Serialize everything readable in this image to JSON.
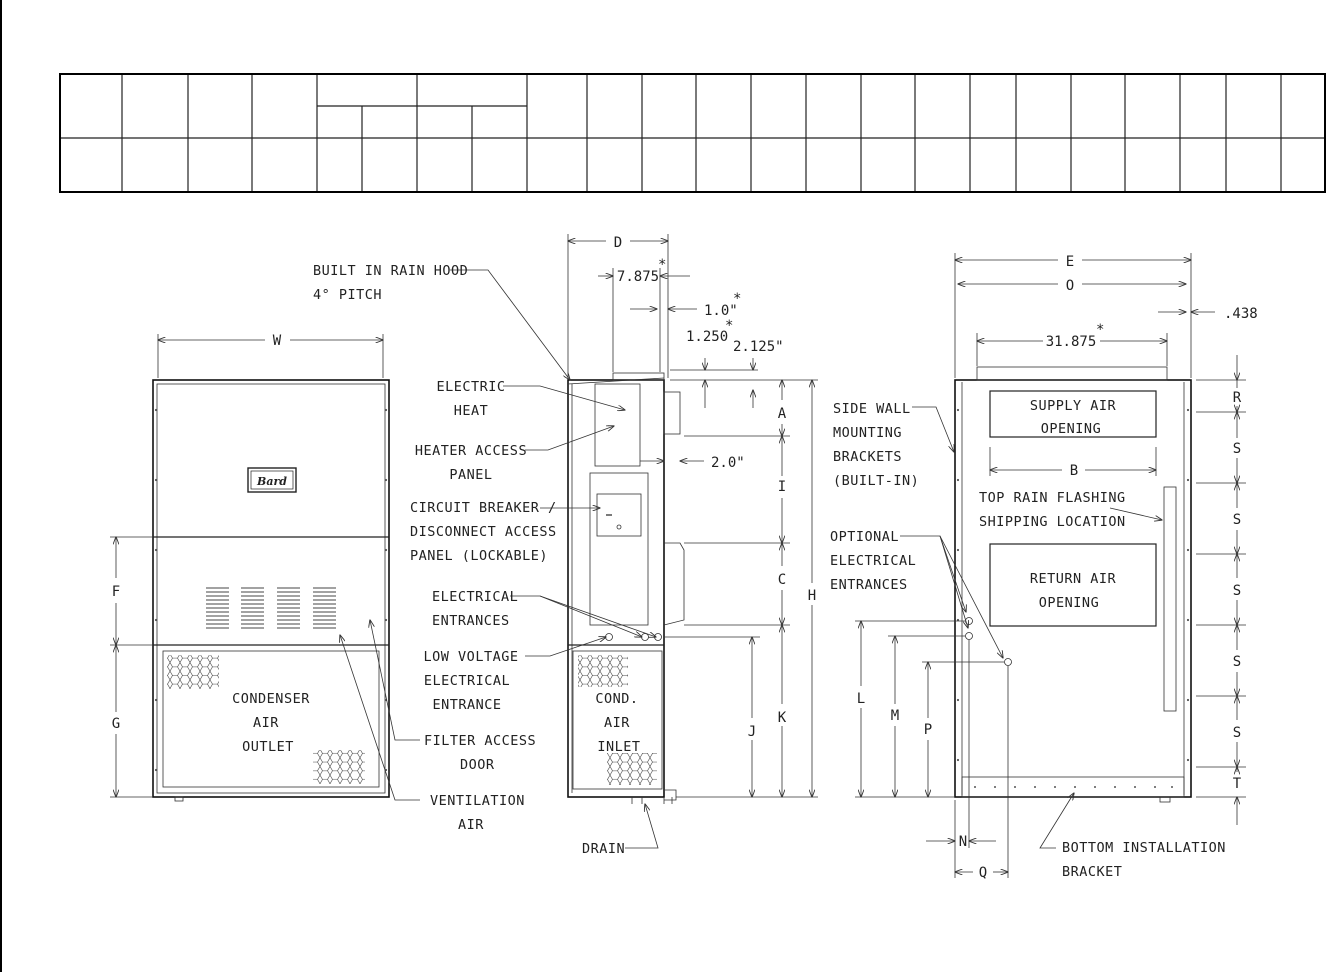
{
  "logo_text": "Bard",
  "labels": {
    "built_in_rain_hood_1": "BUILT IN RAIN HOOD",
    "built_in_rain_hood_2": "4° PITCH",
    "electric_heat_1": "ELECTRIC",
    "electric_heat_2": "HEAT",
    "heater_access_1": "HEATER ACCESS",
    "heater_access_2": "PANEL",
    "circuit_breaker_1": "CIRCUIT BREAKER /",
    "circuit_breaker_2": "DISCONNECT ACCESS",
    "circuit_breaker_3": "PANEL (LOCKABLE)",
    "electrical_entrances_1": "ELECTRICAL",
    "electrical_entrances_2": "ENTRANCES",
    "low_voltage_1": "LOW VOLTAGE",
    "low_voltage_2": "ELECTRICAL",
    "low_voltage_3": "ENTRANCE",
    "filter_access_1": "FILTER ACCESS",
    "filter_access_2": "DOOR",
    "ventilation_1": "VENTILATION",
    "ventilation_2": "AIR",
    "drain": "DRAIN",
    "condenser_1": "CONDENSER",
    "condenser_2": "AIR",
    "condenser_3": "OUTLET",
    "cond_inlet_1": "COND.",
    "cond_inlet_2": "AIR",
    "cond_inlet_3": "INLET",
    "side_wall_1": "SIDE WALL",
    "side_wall_2": "MOUNTING",
    "side_wall_3": "BRACKETS",
    "side_wall_4": "(BUILT-IN)",
    "optional_1": "OPTIONAL",
    "optional_2": "ELECTRICAL",
    "optional_3": "ENTRANCES",
    "supply_1": "SUPPLY AIR",
    "supply_2": "OPENING",
    "return_1": "RETURN AIR",
    "return_2": "OPENING",
    "top_rain_1": "TOP RAIN FLASHING",
    "top_rain_2": "SHIPPING LOCATION",
    "bottom_bracket_1": "BOTTOM INSTALLATION",
    "bottom_bracket_2": "BRACKET"
  },
  "dimensions": {
    "W": "W",
    "D": "D",
    "E": "E",
    "O": "O",
    "F": "F",
    "G": "G",
    "A": "A",
    "B": "B",
    "C": "C",
    "H": "H",
    "I": "I",
    "J": "J",
    "K": "K",
    "L": "L",
    "M": "M",
    "N": "N",
    "P": "P",
    "Q": "Q",
    "R": "R",
    "S1": "S",
    "S2": "S",
    "S3": "S",
    "S4": "S",
    "S5": "S",
    "T": "T",
    "d7875": "7.875",
    "d1_0": "1.0\"",
    "d1250": "1.250",
    "d2125": "2.125\"",
    "d2_0": "2.0\"",
    "d31875": "31.875",
    "d438": ".438",
    "star": "*"
  }
}
